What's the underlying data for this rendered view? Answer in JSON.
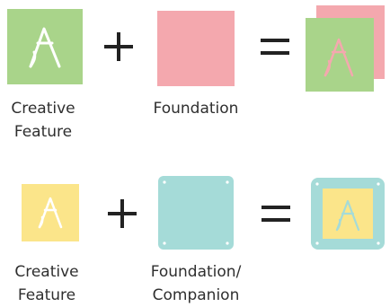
{
  "rows": [
    {
      "creative_label": "Creative\nFeature",
      "foundation_label": "Foundation"
    },
    {
      "creative_label": "Creative\nFeature",
      "foundation_label": "Foundation/\nCompanion"
    }
  ],
  "colors": {
    "green": "#a9d48a",
    "pink": "#f4a8ae",
    "yellow": "#fbe58a",
    "teal": "#a5dbd8",
    "operator": "#222222",
    "text": "#2f2f2f"
  },
  "icons": {
    "feature_glyph": "a-caret-glyph-icon",
    "plus": "plus-icon",
    "equals": "equals-icon"
  }
}
